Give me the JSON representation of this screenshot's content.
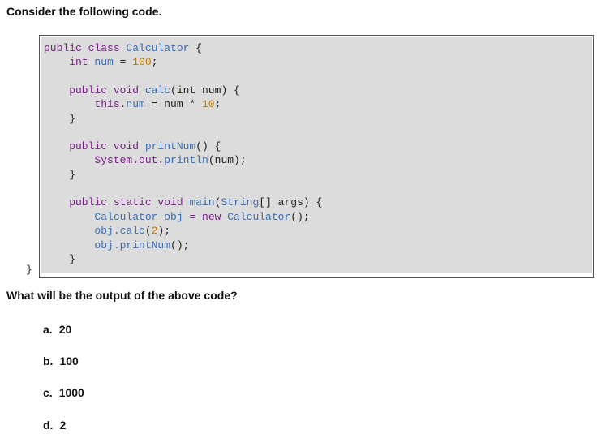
{
  "intro": "Consider the following code.",
  "code_lines": [
    [
      {
        "t": "public class ",
        "c": "kw"
      },
      {
        "t": "Calculator",
        "c": "ty"
      },
      {
        "t": " {",
        "c": "pl"
      }
    ],
    [
      {
        "t": "    int ",
        "c": "kw"
      },
      {
        "t": "num",
        "c": "ty"
      },
      {
        "t": " = ",
        "c": "pl"
      },
      {
        "t": "100",
        "c": "nu"
      },
      {
        "t": ";",
        "c": "pl"
      }
    ],
    [
      {
        "t": "",
        "c": "pl"
      }
    ],
    [
      {
        "t": "    public void ",
        "c": "kw"
      },
      {
        "t": "calc",
        "c": "ty"
      },
      {
        "t": "(int num) {",
        "c": "pl"
      }
    ],
    [
      {
        "t": "        this.",
        "c": "kw"
      },
      {
        "t": "num",
        "c": "ty"
      },
      {
        "t": " = num * ",
        "c": "pl"
      },
      {
        "t": "10",
        "c": "nu"
      },
      {
        "t": ";",
        "c": "pl"
      }
    ],
    [
      {
        "t": "    }",
        "c": "pl"
      }
    ],
    [
      {
        "t": "",
        "c": "pl"
      }
    ],
    [
      {
        "t": "    public void ",
        "c": "kw"
      },
      {
        "t": "printNum",
        "c": "ty"
      },
      {
        "t": "() {",
        "c": "pl"
      }
    ],
    [
      {
        "t": "        System.out.",
        "c": "kw"
      },
      {
        "t": "println",
        "c": "ty"
      },
      {
        "t": "(num);",
        "c": "pl"
      }
    ],
    [
      {
        "t": "    }",
        "c": "pl"
      }
    ],
    [
      {
        "t": "",
        "c": "pl"
      }
    ],
    [
      {
        "t": "    public static void ",
        "c": "kw"
      },
      {
        "t": "main",
        "c": "ty"
      },
      {
        "t": "(",
        "c": "pl"
      },
      {
        "t": "String",
        "c": "ty"
      },
      {
        "t": "[] args) {",
        "c": "pl"
      }
    ],
    [
      {
        "t": "        Calculator obj ",
        "c": "ty"
      },
      {
        "t": "= new ",
        "c": "kw"
      },
      {
        "t": "Calculator",
        "c": "ty"
      },
      {
        "t": "();",
        "c": "pl"
      }
    ],
    [
      {
        "t": "        obj.",
        "c": "ty"
      },
      {
        "t": "calc",
        "c": "ty"
      },
      {
        "t": "(",
        "c": "pl"
      },
      {
        "t": "2",
        "c": "nu"
      },
      {
        "t": ");",
        "c": "pl"
      }
    ],
    [
      {
        "t": "        obj.",
        "c": "ty"
      },
      {
        "t": "printNum",
        "c": "ty"
      },
      {
        "t": "();",
        "c": "pl"
      }
    ],
    [
      {
        "t": "    }",
        "c": "pl"
      }
    ]
  ],
  "outer_brace": "}",
  "question": "What will be the output of the above code?",
  "options": [
    {
      "label": "a.",
      "value": "20"
    },
    {
      "label": "b.",
      "value": "100"
    },
    {
      "label": "c.",
      "value": "1000"
    },
    {
      "label": "d.",
      "value": "2"
    }
  ]
}
